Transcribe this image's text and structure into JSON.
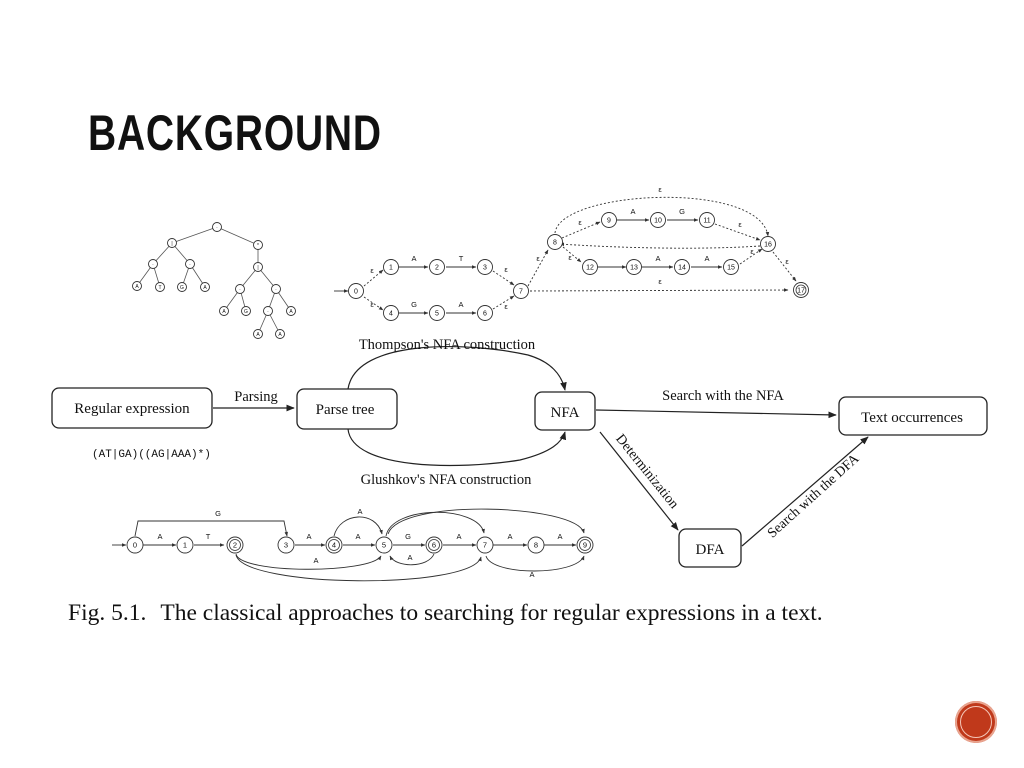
{
  "slide": {
    "title": "BACKGROUND",
    "accent_color": "#c0391b"
  },
  "figure": {
    "caption_number": "Fig. 5.1.",
    "caption_text": "The classical approaches to searching for regular expressions in a text.",
    "regex_example": "(AT|GA)((AG|AAA)*)",
    "boxes": {
      "regex": "Regular expression",
      "parse_tree": "Parse tree",
      "nfa": "NFA",
      "text_occurrences": "Text occurrences",
      "dfa": "DFA"
    },
    "edges": {
      "parsing": "Parsing",
      "thompson": "Thompson's NFA construction",
      "glushkov": "Glushkov's NFA construction",
      "search_nfa": "Search with the NFA",
      "determinization": "Determinization",
      "search_dfa": "Search with the DFA"
    },
    "thompson_automaton": {
      "states": [
        "0",
        "1",
        "2",
        "3",
        "4",
        "5",
        "6",
        "7",
        "8",
        "9",
        "10",
        "11",
        "12",
        "13",
        "14",
        "15",
        "16",
        "17"
      ],
      "final_state": "17",
      "edge_labels": [
        "ε",
        "A",
        "T",
        "ε",
        "ε",
        "G",
        "A",
        "ε",
        "ε",
        "ε",
        "A",
        "G",
        "ε",
        "ε",
        "A",
        "A",
        "ε",
        "ε",
        "ε",
        "ε"
      ]
    },
    "glushkov_automaton": {
      "states": [
        "0",
        "1",
        "2",
        "3",
        "4",
        "5",
        "6",
        "7",
        "8",
        "9"
      ],
      "final_states": [
        "2",
        "4",
        "6",
        "9"
      ],
      "edge_labels": [
        "A",
        "T",
        "G",
        "A",
        "A",
        "G",
        "A",
        "A",
        "A",
        "A",
        "A",
        "A",
        "A"
      ]
    },
    "parse_tree": {
      "nodes": [
        "·",
        "|",
        "*",
        "·",
        "·",
        "|",
        "A",
        "T",
        "G",
        "A",
        "·",
        "·",
        "A",
        "G",
        "A",
        "·",
        "A",
        "A"
      ]
    }
  }
}
